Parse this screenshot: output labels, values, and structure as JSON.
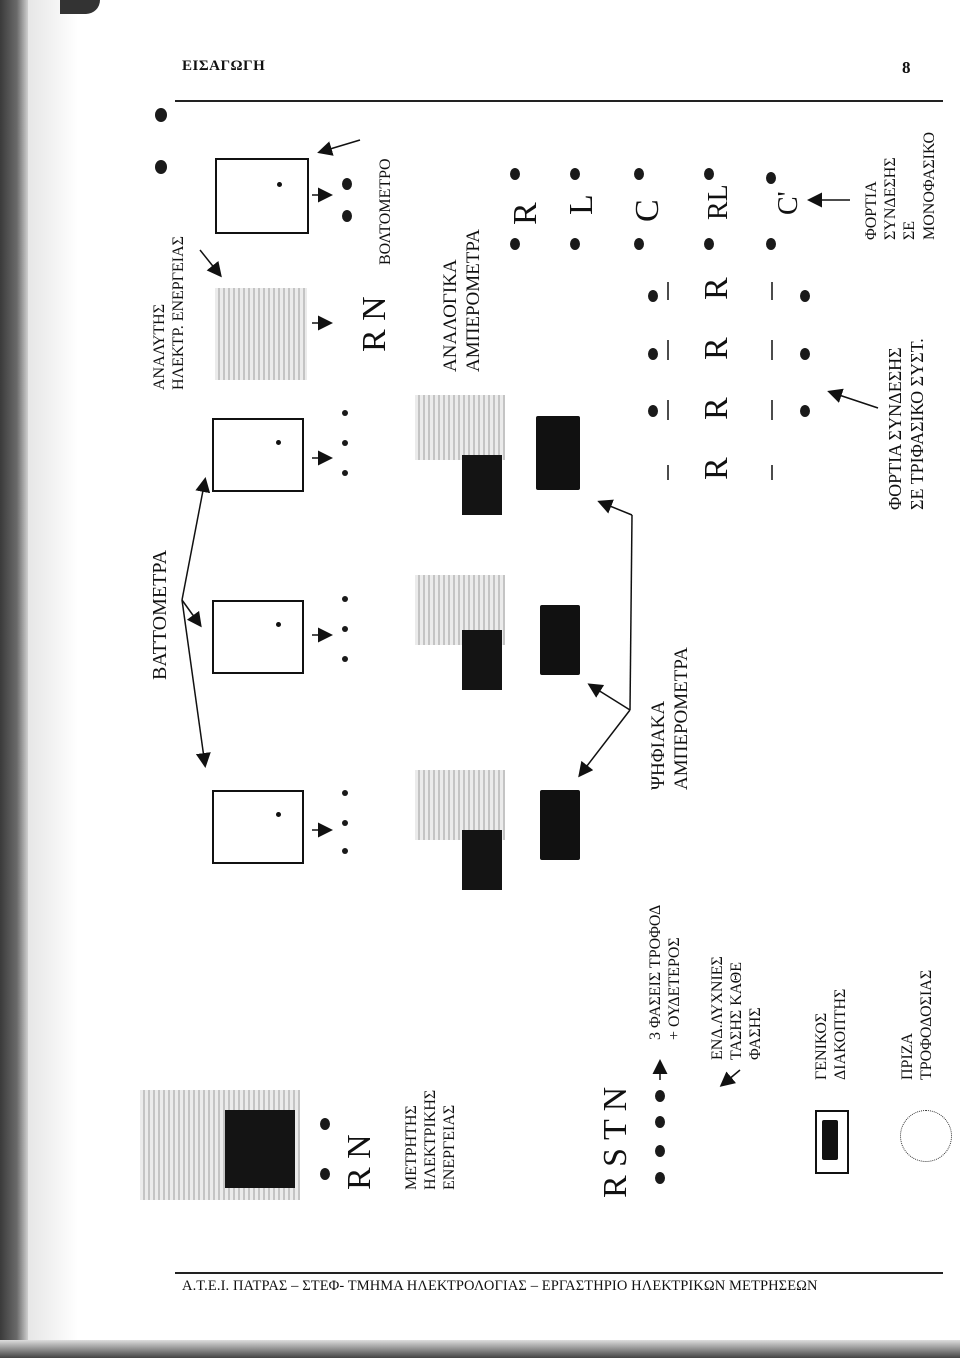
{
  "header": {
    "title": "ΕΙΣΑΓΩΓΗ",
    "page_number": "8"
  },
  "footer": {
    "text": "Α.Τ.Ε.Ι. ΠΑΤΡΑΣ – ΣΤΕΦ- ΤΜΗΜΑ ΗΛΕΚΤΡΟΛΟΓΙΑΣ – ΕΡΓΑΣΤΗΡΙΟ ΗΛΕΚΤΡΙΚΩΝ ΜΕΤΡΗΣΕΩΝ"
  },
  "diagram": {
    "energy_meter_label": [
      "ΜΕΤΡΗΤΗΣ",
      "ΗΛΕΚΤΡΙΚΗΣ",
      "ΕΝΕΡΓΕΙΑΣ"
    ],
    "meter_terminals": "R  N",
    "phases_letters": "R S T N",
    "phases_label": [
      "3 ΦΑΣΕΙΣ ΤΡΟΦΟΔ",
      "+ ΟΥΔΕΤΕΡΟΣ"
    ],
    "lamps_label": [
      "ΕΝΔ.ΛΥΧΝΙΕΣ",
      "ΤΑΣΗΣ ΚΑΘΕ",
      "ΦΑΣΗΣ"
    ],
    "switch_label": [
      "ΓΕΝΙΚΟΣ",
      "ΔΙΑΚΟΠΤΗΣ"
    ],
    "socket_label": [
      "ΠΡΙΖΑ",
      "ΤΡΟΦΟΔΟΣΙΑΣ"
    ],
    "wattmeters_label": "ΒΑΤΤΟΜΕΤΡΑ",
    "digital_ammeters_label": [
      "ΨΗΦΙΑΚΑ",
      "ΑΜΠΕΡΟΜΕΤΡΑ"
    ],
    "analyzer_label": [
      "ΑΝΑΛΥΤΗΣ",
      "ΗΛΕΚΤΡ. ΕΝΕΡΓΕΙΑΣ"
    ],
    "analyzer_terminals": "R N",
    "voltmeter_label": "ΒΟΛΤΟΜΕΤΡΟ",
    "analog_ammeters_label": [
      "ΑΝΑΛΟΓΙΚΑ",
      "ΑΜΠΕΡΟΜΕΤΡΑ"
    ],
    "three_phase_loads": {
      "row_label": "R",
      "rows": 3
    },
    "three_phase_label": [
      "ΦΟΡΤΙΑ ΣΥΝΔΕΣΗΣ",
      "ΣΕ ΤΡΙΦΑΣΙΚΟ ΣΥΣΤ."
    ],
    "single_phase_loads": [
      "R",
      "L",
      "C",
      "RL",
      "C'"
    ],
    "single_phase_label": [
      "ΦΟΡΤΙΑ",
      "ΣΥΝΔΕΣΗΣ",
      "ΣΕ",
      "ΜΟΝΟΦΑΣΙΚΟ"
    ]
  }
}
